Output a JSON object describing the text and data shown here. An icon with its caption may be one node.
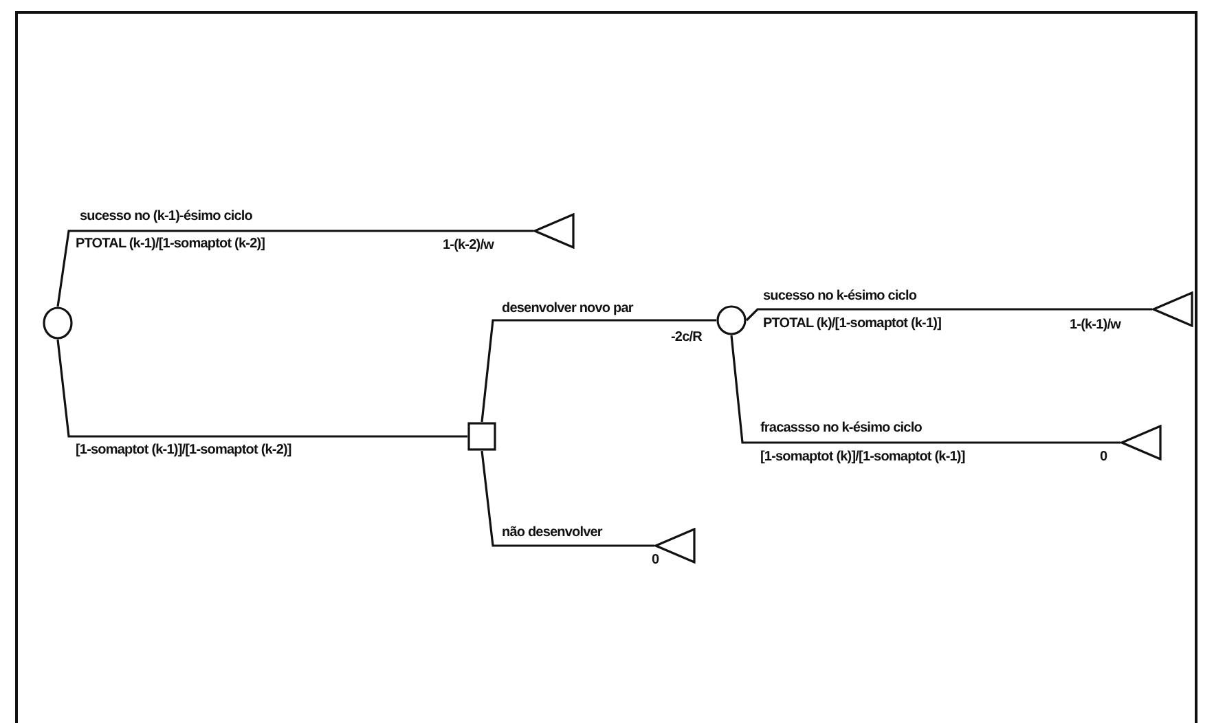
{
  "diagram": {
    "nodes": [
      {
        "text": [],
        "shape": "circle"
      },
      {
        "text": [],
        "shape": "triangle",
        "beside": [
          "1-(k-2)/w"
        ]
      },
      {
        "text": [],
        "shape": "box"
      },
      {
        "text": [],
        "shape": "circle"
      },
      {
        "text": [],
        "shape": "triangle",
        "beside": [
          "1-(k-1)/w"
        ]
      },
      {
        "text": [],
        "shape": "triangle",
        "beside": [
          "0"
        ]
      },
      {
        "text": [],
        "shape": "triangle",
        "beside": [
          "0"
        ]
      }
    ],
    "edges": [
      {
        "from": 0,
        "to": 1,
        "arrow": "none",
        "label": "sucesso no (k-1)-ésimo ciclo"
      },
      {
        "from": 0,
        "to": 2,
        "arrow": "none",
        "label": "[1-somaptot (k-1)]/[1-somaptot (k-2)]"
      },
      {
        "from": 2,
        "to": 3,
        "arrow": "none",
        "label": "desenvolver novo par"
      },
      {
        "from": 2,
        "to": 6,
        "arrow": "none",
        "label": "não desenvolver"
      },
      {
        "from": 3,
        "to": 4,
        "arrow": "none",
        "label": "sucesso no k-ésimo ciclo"
      },
      {
        "from": 3,
        "to": 5,
        "arrow": "none",
        "label": "fracassso no k-ésimo ciclo"
      }
    ],
    "labels": [
      "PTOTAL (k-1)/[1-somaptot (k-2)]",
      "-2c/R",
      "PTOTAL (k)/[1-somaptot (k-1)]",
      "[1-somaptot (k)]/[1-somaptot (k-1)]"
    ]
  }
}
